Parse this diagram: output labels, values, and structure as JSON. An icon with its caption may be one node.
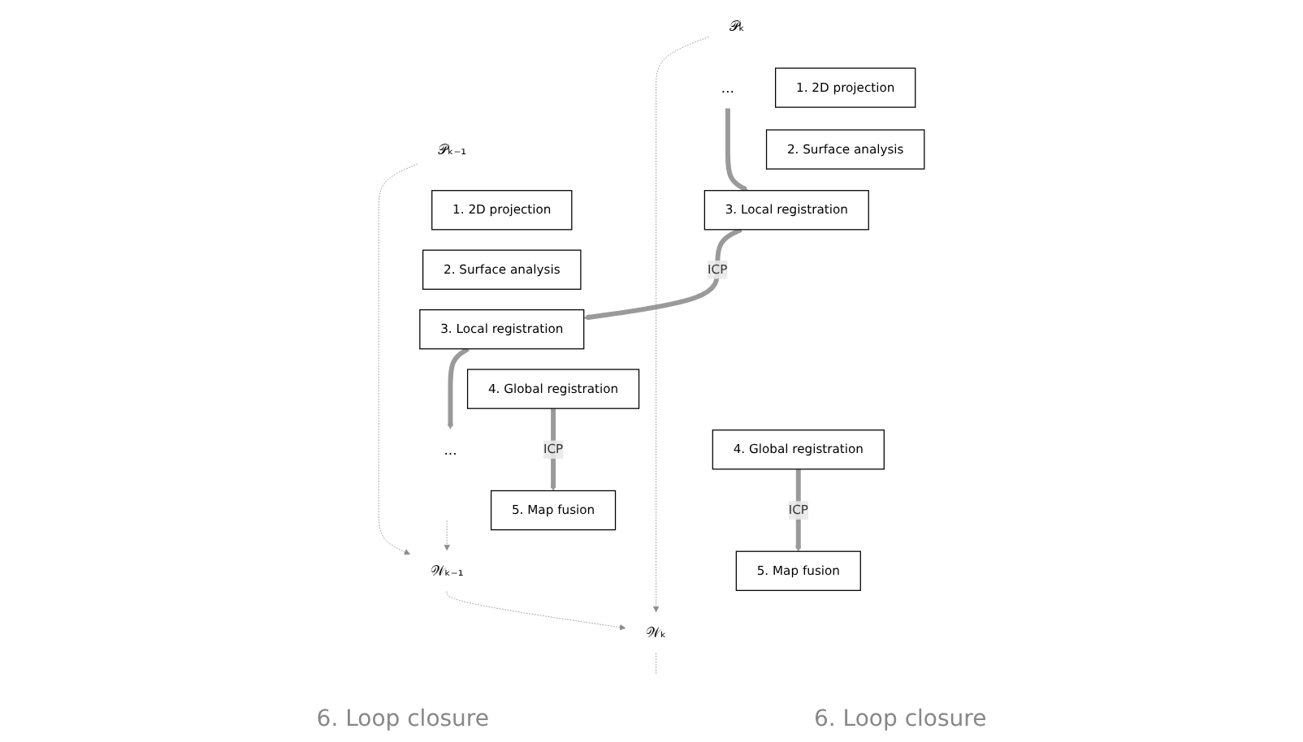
{
  "diagram": {
    "nodes": [
      {
        "text": [
          "𝒫ₖ₋₁"
        ]
      },
      {
        "text": [
          "1. 2D projection"
        ]
      },
      {
        "text": [
          "2. Surface analysis"
        ]
      },
      {
        "text": [
          "3. Local registration"
        ]
      },
      {
        "text": [
          "4. Global registration"
        ]
      },
      {
        "text": [
          "5. Map fusion"
        ]
      },
      {
        "text": [
          "..."
        ]
      },
      {
        "text": [
          "𝒫ₖ"
        ]
      },
      {
        "text": [
          "1. 2D projection"
        ]
      },
      {
        "text": [
          "2. Surface analysis"
        ]
      },
      {
        "text": [
          "3. Local registration"
        ]
      },
      {
        "text": [
          "4. Global registration"
        ]
      },
      {
        "text": [
          "5. Map fusion"
        ]
      },
      {
        "text": [
          "..."
        ]
      },
      {
        "text": [
          "𝒲ₖ₋₁"
        ]
      },
      {
        "text": [
          "𝒲ₖ"
        ]
      }
    ],
    "edges": [
      {
        "from": 0,
        "to": 14,
        "arrow": "to",
        "style": "dashed",
        "color": "#8c8c8c"
      },
      {
        "from": 3,
        "to": 6,
        "arrow": "to",
        "style": "thick"
      },
      {
        "from": 4,
        "to": 5,
        "arrow": "to",
        "style": "thick",
        "label": "ICP"
      },
      {
        "from": 10,
        "to": 3,
        "arrow": "to",
        "style": "thick",
        "label": "ICP"
      },
      {
        "from": 13,
        "to": 10,
        "arrow": "to",
        "style": "thick"
      },
      {
        "from": 11,
        "to": 12,
        "arrow": "to",
        "style": "thick",
        "label": "ICP"
      },
      {
        "from": 7,
        "to": 15,
        "arrow": "to",
        "style": "dashed",
        "color": "#8c8c8c"
      },
      {
        "from": null,
        "to": 14,
        "arrow": "to",
        "style": "dashed",
        "color": "#8c8c8c"
      },
      {
        "from": 14,
        "to": 15,
        "arrow": "to",
        "style": "dashed",
        "color": "#8c8c8c"
      },
      {
        "from": 15,
        "to": null,
        "arrow": "none",
        "style": "dashed",
        "color": "#8c8c8c"
      }
    ],
    "labels": [
      "6. Loop closure",
      "6. Loop closure"
    ]
  }
}
